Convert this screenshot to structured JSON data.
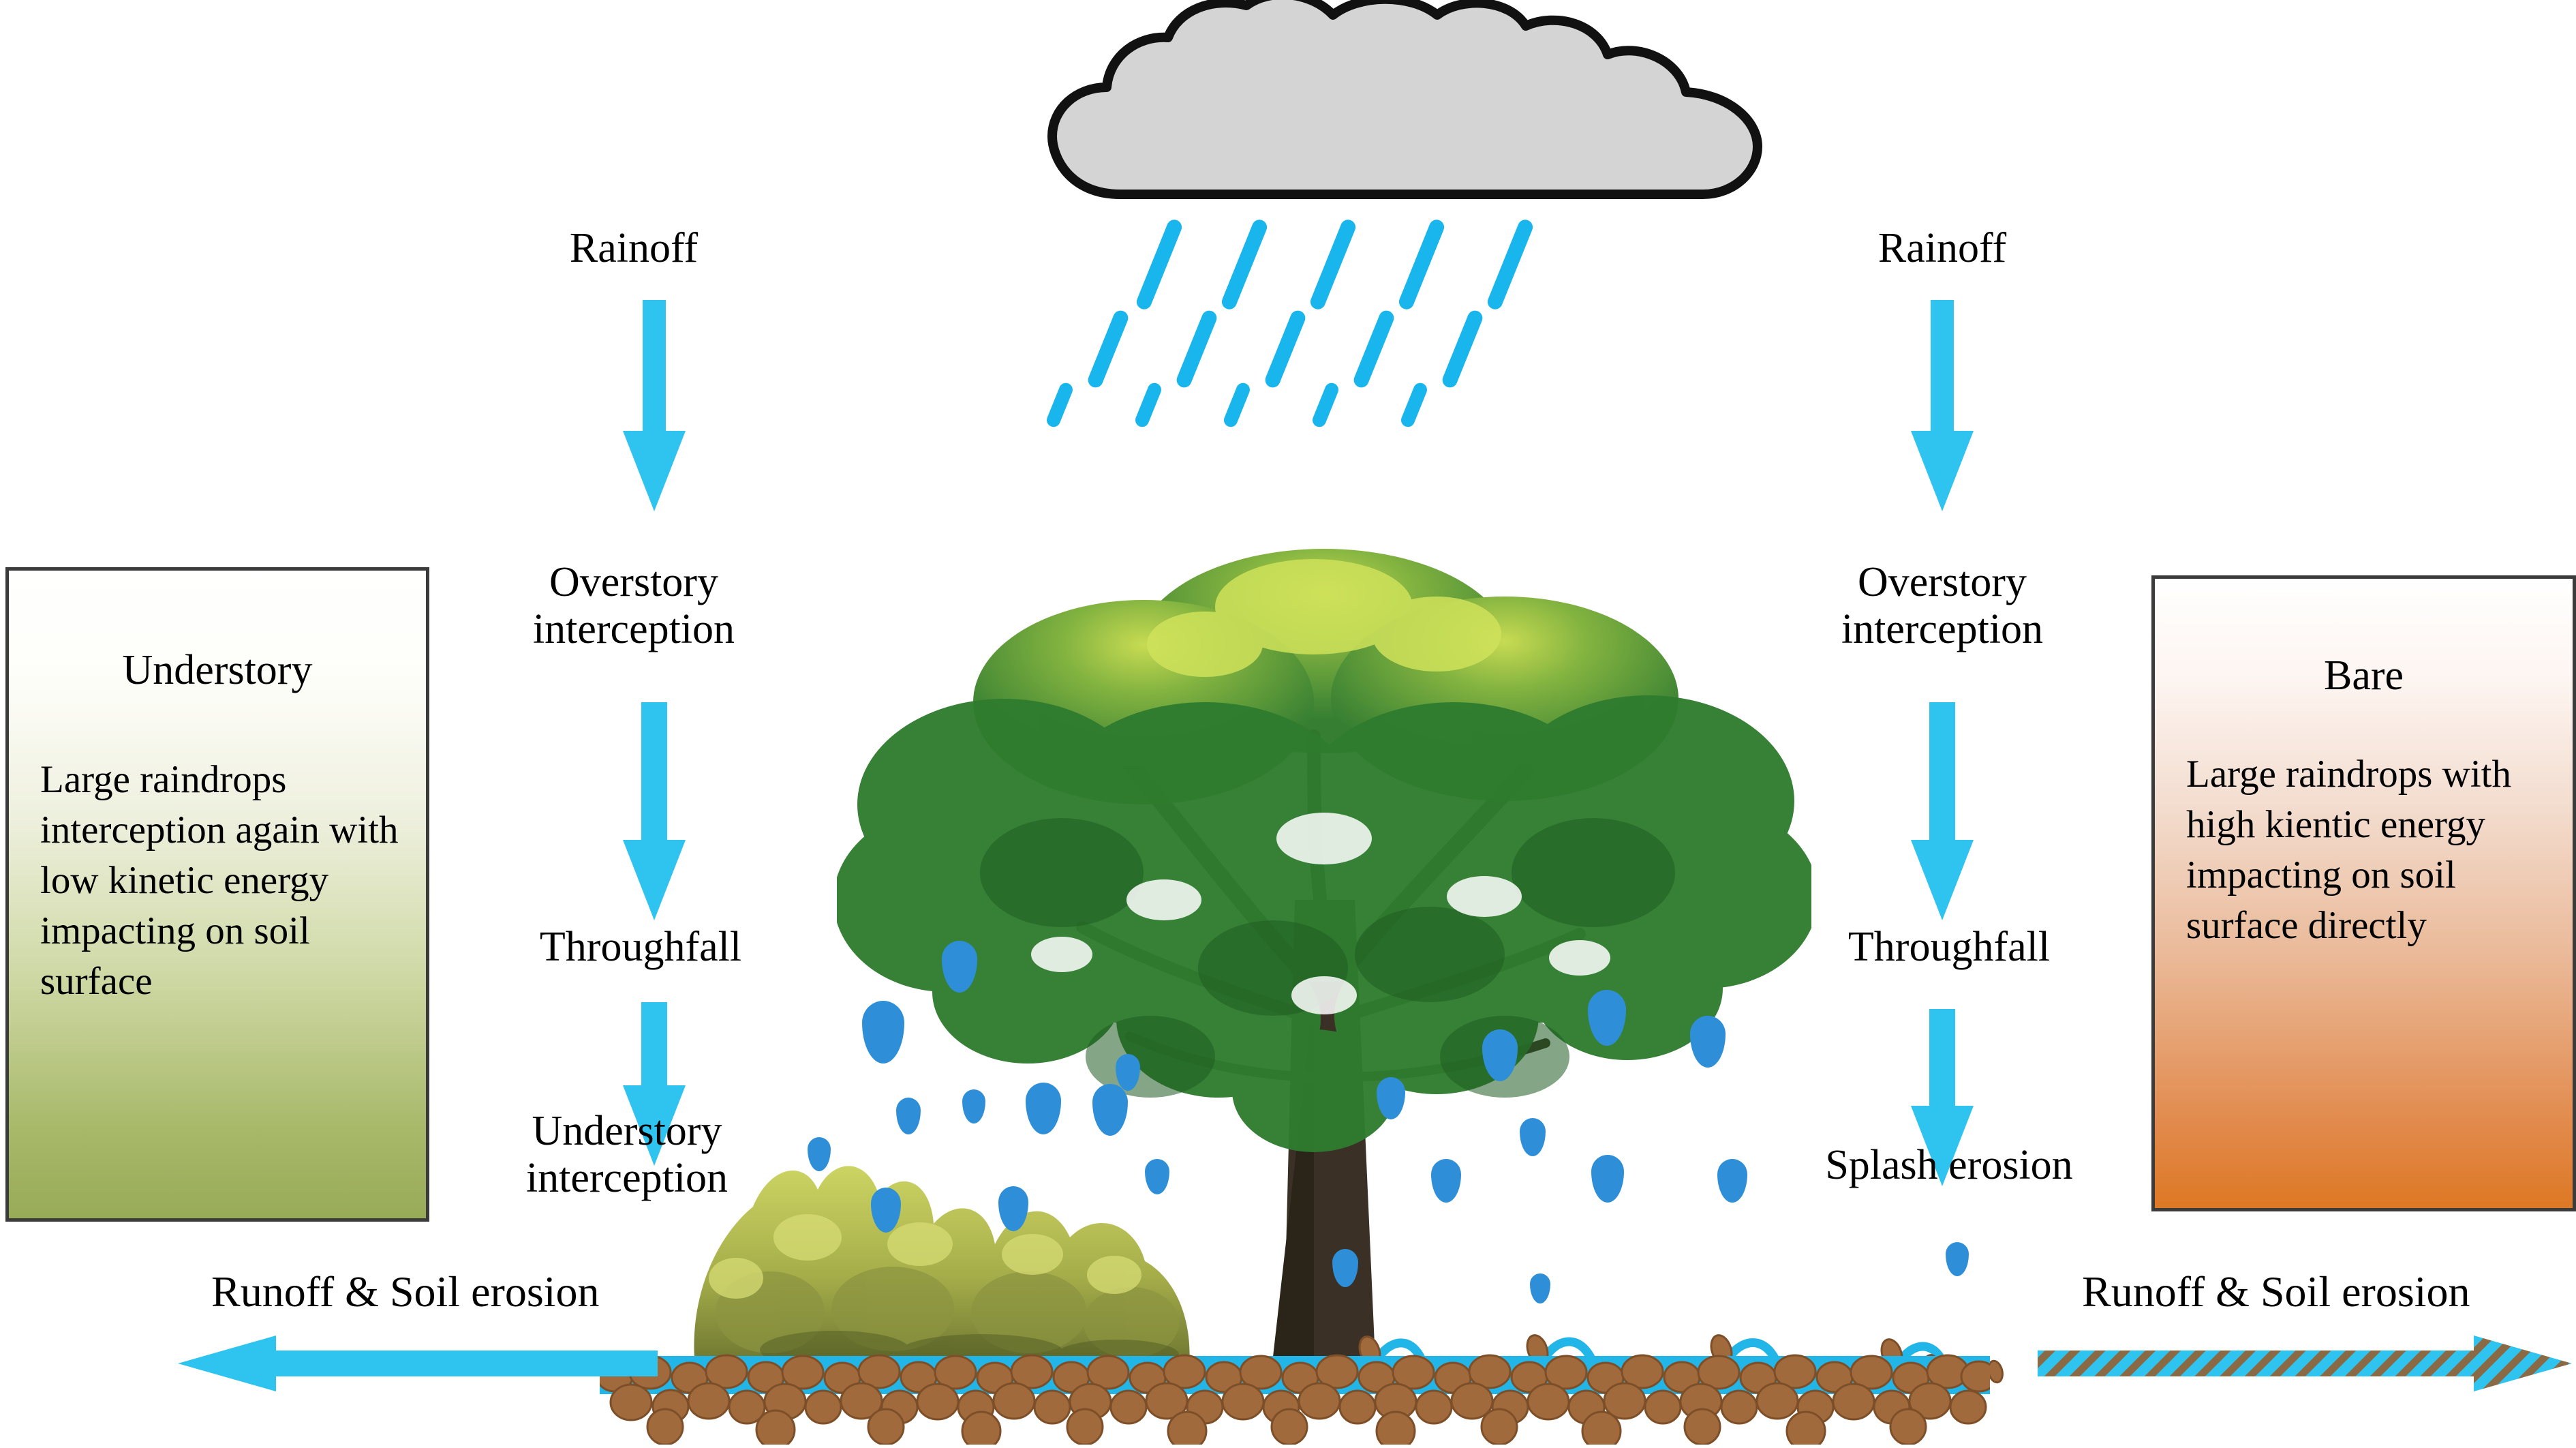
{
  "diagram": {
    "title": "Rainfall partitioning and soil erosion under forest canopy versus bare soil",
    "background": "#ffffff",
    "colors": {
      "arrow_cyan": "#2fc3ef",
      "rain_streak": "#18b6ec",
      "droplet_blue": "#2e8fd8",
      "water_band": "#22b5e8",
      "soil_brown": "#a06a3c",
      "soil_outline": "#7d4f29",
      "cloud_fill": "#d4d4d4",
      "cloud_outline": "#111111",
      "panel_border": "#3b3b3b",
      "understory_panel_bottom": "#98ab57",
      "bare_panel_bottom": "#dd7824"
    }
  },
  "panels": {
    "understory": {
      "title": "Understory",
      "body": "Large raindrops interception again with low kinetic energy impacting on soil surface"
    },
    "bare": {
      "title": "Bare",
      "body": "Large raindrops with high kientic energy impacting on soil surface directly"
    }
  },
  "left_column": {
    "steps": [
      "Rainoff",
      "Overstory\ninterception",
      "Throughfall",
      "Understory\ninterception"
    ],
    "runoff_label": "Runoff  &  Soil erosion",
    "runoff_direction": "left"
  },
  "right_column": {
    "steps": [
      "Rainoff",
      "Overstory\ninterception",
      "Throughfall",
      "Splash erosion"
    ],
    "runoff_label": "Runoff  &  Soil erosion",
    "runoff_direction": "right"
  },
  "scene": {
    "cloud": "rain-cloud",
    "rain_rows": 3,
    "rain_streaks_per_row": 5,
    "canopy": "broadleaf-tree",
    "understory": "shrub-row",
    "ground": "soil-aggregate-layer",
    "splash_count": 4
  },
  "chart_data": {
    "type": "diagram",
    "title": "Rainfall partitioning under canopy vs bare soil",
    "nodes": [
      {
        "side": "left",
        "order": 1,
        "label": "Rainoff"
      },
      {
        "side": "left",
        "order": 2,
        "label": "Overstory interception"
      },
      {
        "side": "left",
        "order": 3,
        "label": "Throughfall"
      },
      {
        "side": "left",
        "order": 4,
        "label": "Understory interception"
      },
      {
        "side": "left",
        "order": 5,
        "label": "Runoff  &  Soil erosion"
      },
      {
        "side": "right",
        "order": 1,
        "label": "Rainoff"
      },
      {
        "side": "right",
        "order": 2,
        "label": "Overstory interception"
      },
      {
        "side": "right",
        "order": 3,
        "label": "Throughfall"
      },
      {
        "side": "right",
        "order": 4,
        "label": "Splash erosion"
      },
      {
        "side": "right",
        "order": 5,
        "label": "Runoff  &  Soil erosion"
      }
    ],
    "annotations": [
      "Understory: Large raindrops interception again with low kinetic energy impacting on soil surface",
      "Bare: Large raindrops with high kientic energy impacting on soil surface directly"
    ]
  }
}
